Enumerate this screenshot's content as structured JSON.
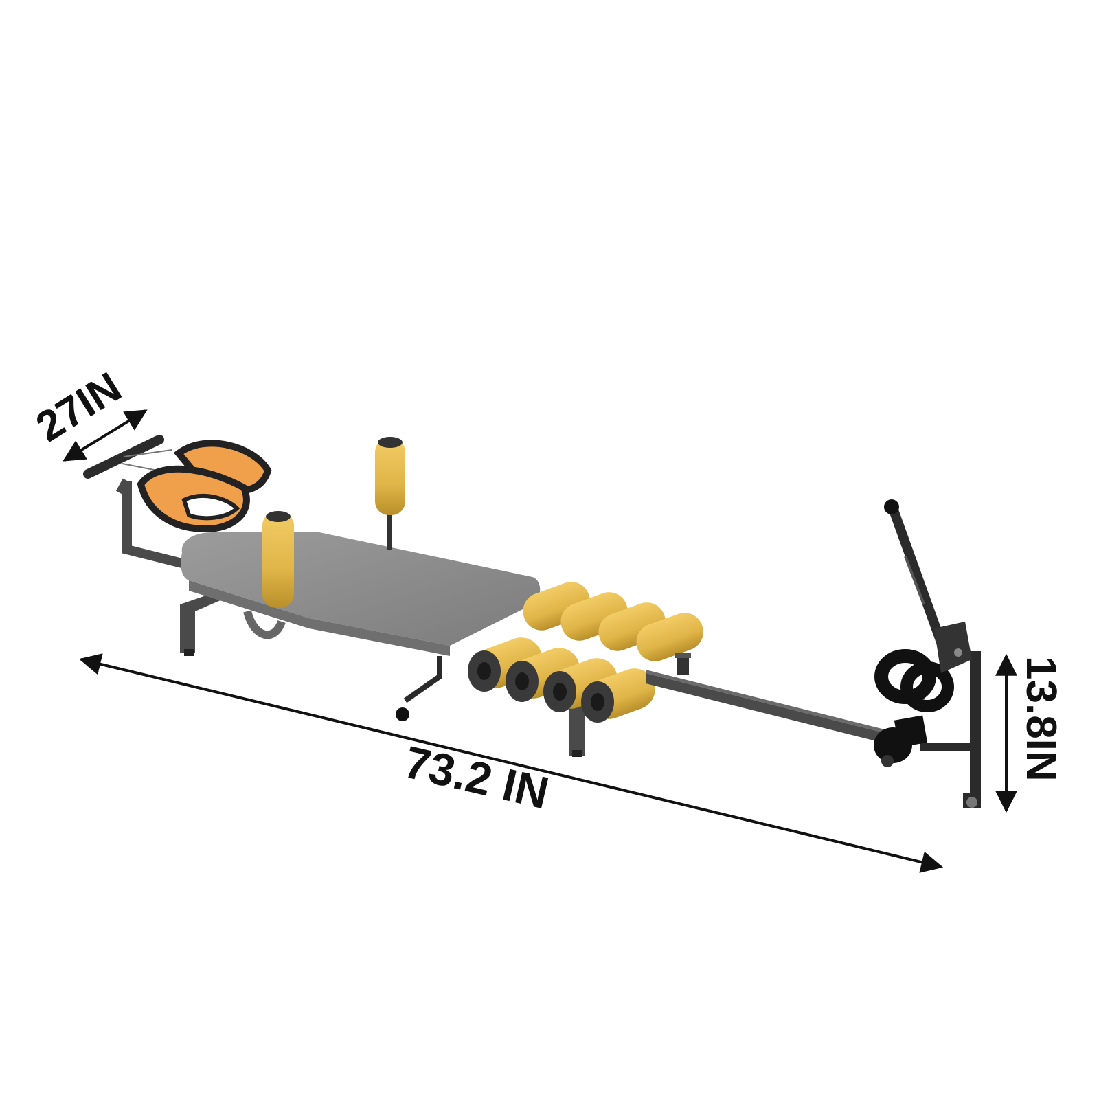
{
  "dimensions": {
    "depth": "27IN",
    "length": "73.2 IN",
    "height": "13.8IN"
  },
  "colors": {
    "frame": "#4a4a4a",
    "frame_dark": "#2b2b2b",
    "bench": "#8f8f8f",
    "bench_side": "#6f6f6f",
    "roller": "#e0b548",
    "roller_dark": "#b88f2a",
    "roller_end": "#3a3a3a",
    "harness": "#f0a04a",
    "black": "#111111"
  }
}
